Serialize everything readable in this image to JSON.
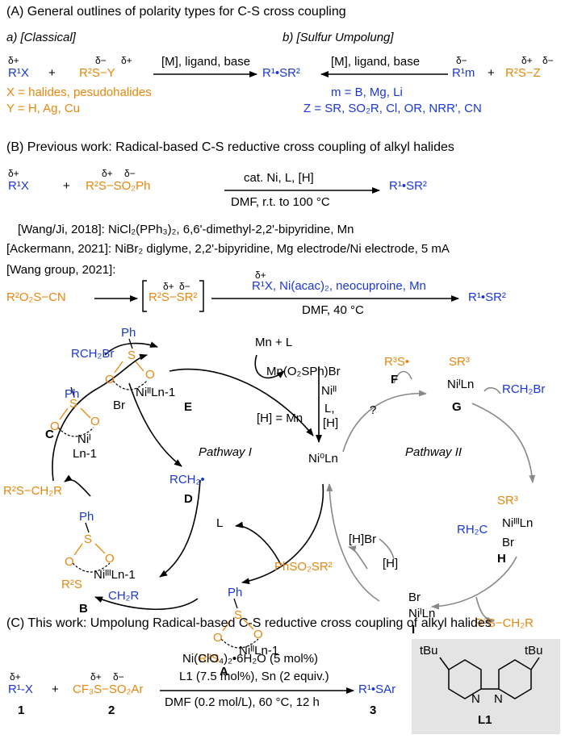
{
  "sectionA": {
    "header": "(A) General outlines of polarity types for C-S cross coupling",
    "classical_label": "a) [Classical]",
    "umpolung_label": "b) [Sulfur Umpolung]",
    "delta_plus": "δ+",
    "delta_minus": "δ−",
    "r1x": "R¹X",
    "plus": "+",
    "r2sy": "R²S−Y",
    "left_conditions": "[M], ligand, base",
    "product": "R¹•SR²",
    "right_conditions": "[M], ligand, base",
    "r1m": "R¹m",
    "r2sz": "R²S−Z",
    "x_def": "X = halides, pesudohalides",
    "y_def": "Y = H, Ag, Cu",
    "m_def": "m = B, Mg, Li",
    "z_def": "Z = SR, SO₂R, Cl, OR, NRR', CN"
  },
  "sectionB": {
    "header": "(B) Previous work: Radical-based C-S reductive cross coupling of alkyl halides",
    "reagent2": "R²S−SO₂Ph",
    "cond_top": "cat. Ni, L, [H]",
    "cond_bottom": "DMF, r.t. to 100 °C",
    "product": "R¹•SR²",
    "ref1": "[Wang/Ji, 2018]: NiCl₂(PPh₃)₂, 6,6'-dimethyl-2,2'-bipyridine, Mn",
    "ref2": "[Ackermann, 2021]: NiBr₂ diglyme, 2,2'-bipyridine, Mg electrode/Ni electrode, 5 mA",
    "ref3": "[Wang group, 2021]:",
    "start": "R²O₂S−CN",
    "disulfide": "R²S−SR²",
    "cond3_top": "R¹X, Ni(acac)₂, neocuproine, Mn",
    "cond3_bottom": "DMF, 40 °C"
  },
  "mechanism": {
    "rch2br": "RCH₂Br",
    "ph": "Ph",
    "s": "S",
    "o": "O",
    "br": "Br",
    "label_E": "E",
    "ni_E": "NiᴵᴵLn-1",
    "mn_l": "Mn + L",
    "mn_salt": "Mn(O₂SPh)Br",
    "ni_II": "Niᴵᴵ",
    "l_arrow": "L,",
    "h_arrow": "[H]",
    "h_eq_mn": "[H] = Mn",
    "ni0": "Ni⁰Ln",
    "label_C": "C",
    "ni_C": "Niᴵ",
    "ln_minus1": "Ln-1",
    "pathway1": "Pathway I",
    "pathway2": "Pathway II",
    "rch2_radical": "RCH₂•",
    "label_D": "D",
    "r2s_ch2r": "R²S−CH₂R",
    "label_B": "B",
    "ni_B": "NiᴵᴵᴵLn-1",
    "r2s": "R²S",
    "ch2r": "CH₂R",
    "l_free": "L",
    "phso2sr2": "PhSO₂SR²",
    "label_A": "A",
    "ni_A": "NiᴵᴵLn-1",
    "r3s_radical": "R³S•",
    "label_F": "F",
    "question": "?",
    "sr3": "SR³",
    "ni_G": "NiᴵLn",
    "label_G": "G",
    "ni_H": "NiᴵᴵᴵLn",
    "rh2c": "RH₂C",
    "label_H": "H",
    "hbr": "[H]Br",
    "ni_I": "NiᴵLn",
    "label_I": "I",
    "r3s_ch2r": "R³S−CH₂R"
  },
  "sectionC": {
    "header": "(C) This work: Umpolung Radical-based C-S reductive cross coupling of alkyl halides",
    "r1x": "R¹-X",
    "cf3s": "CF₃S−SO₂Ar",
    "cond1": "Ni(ClO₄)₂•6H₂O (5 mol%)",
    "cond2": "L1 (7.5 mol%), Sn (2 equiv.)",
    "cond3": "DMF (0.2 mol/L), 60 °C, 12 h",
    "product": "R¹•SAr",
    "num1": "1",
    "num2": "2",
    "num3": "3",
    "tbu": "tBu",
    "n": "N",
    "L1": "L1"
  }
}
